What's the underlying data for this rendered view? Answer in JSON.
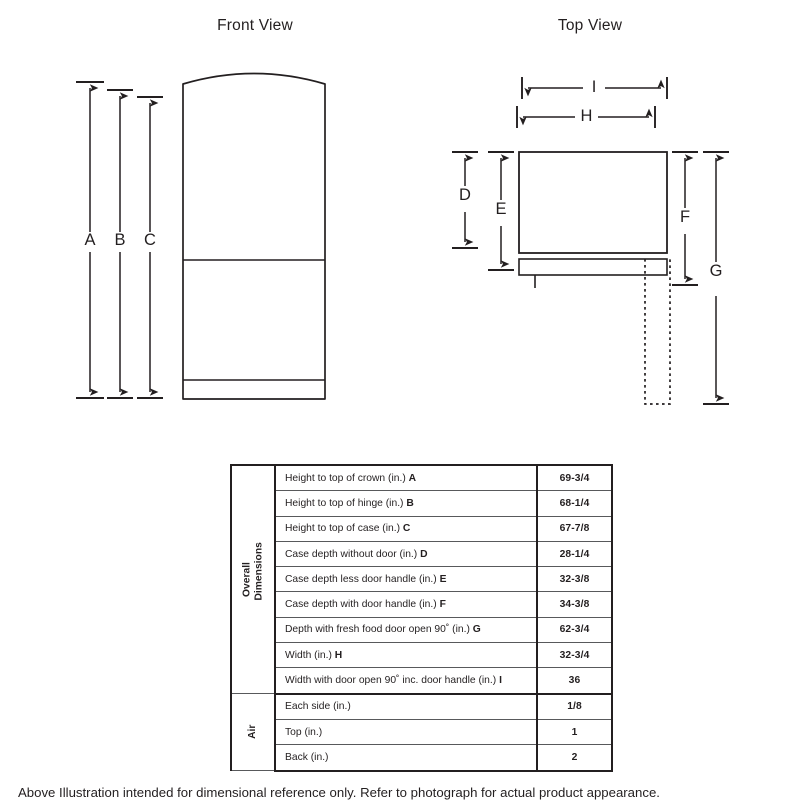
{
  "views": {
    "front": {
      "title": "Front View"
    },
    "top": {
      "title": "Top View"
    }
  },
  "dimension_letters": {
    "A": "A",
    "B": "B",
    "C": "C",
    "D": "D",
    "E": "E",
    "F": "F",
    "G": "G",
    "H": "H",
    "I": "I"
  },
  "table": {
    "groups": [
      {
        "name": "Overall Dimensions",
        "name_line1": "Overall",
        "name_line2": "Dimensions",
        "rows": [
          {
            "label": "Height to top of crown (in.)",
            "letter": "A",
            "value": "69-3/4"
          },
          {
            "label": "Height to top of hinge (in.)",
            "letter": "B",
            "value": "68-1/4"
          },
          {
            "label": "Height to top of case (in.)",
            "letter": "C",
            "value": "67-7/8"
          },
          {
            "label": "Case depth without door (in.)",
            "letter": "D",
            "value": "28-1/4"
          },
          {
            "label": "Case depth less door handle (in.)",
            "letter": "E",
            "value": "32-3/8"
          },
          {
            "label": "Case depth with door handle (in.)",
            "letter": "F",
            "value": "34-3/8"
          },
          {
            "label": "Depth with fresh food door open 90˚ (in.)",
            "letter": "G",
            "value": "62-3/4"
          },
          {
            "label": "Width (in.)",
            "letter": "H",
            "value": "32-3/4"
          },
          {
            "label": "Width with door open 90˚ inc. door handle (in.)",
            "letter": "I",
            "value": "36"
          }
        ]
      },
      {
        "name": "Air",
        "name_line1": "Air",
        "name_line2": "",
        "rows": [
          {
            "label": "Each side (in.)",
            "letter": "",
            "value": "1/8"
          },
          {
            "label": "Top (in.)",
            "letter": "",
            "value": "1"
          },
          {
            "label": "Back (in.)",
            "letter": "",
            "value": "2"
          }
        ]
      }
    ]
  },
  "caption": "Above Illustration intended for dimensional reference only. Refer to photograph for actual product appearance.",
  "colors": {
    "line": "#231f20",
    "line_light": "#58595b",
    "background": "#ffffff"
  }
}
